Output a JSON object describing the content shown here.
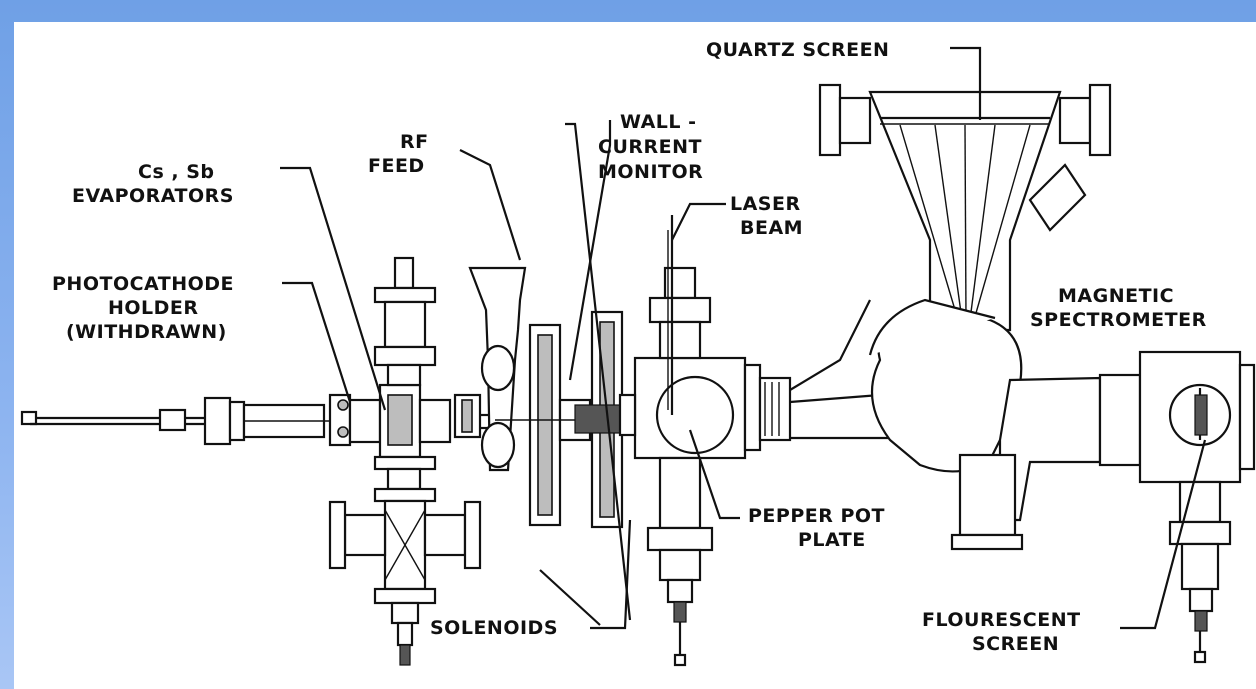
{
  "labels": {
    "quartz_screen": "QUARTZ SCREEN",
    "rf_feed_1": "RF",
    "rf_feed_2": "FEED",
    "wall_monitor_1": "WALL -",
    "wall_monitor_2": "CURRENT",
    "wall_monitor_3": "MONITOR",
    "evaporators_1": "Cs , Sb",
    "evaporators_2": "EVAPORATORS",
    "laser_beam_1": "LASER",
    "laser_beam_2": "BEAM",
    "photocathode_1": "PHOTOCATHODE",
    "photocathode_2": "HOLDER",
    "photocathode_3": "(WITHDRAWN)",
    "magnetic_1": "MAGNETIC",
    "magnetic_2": "SPECTROMETER",
    "pepper_pot_1": "PEPPER POT",
    "pepper_pot_2": "PLATE",
    "solenoids": "SOLENOIDS",
    "flourescent_1": "FLOURESCENT",
    "flourescent_2": "SCREEN"
  }
}
